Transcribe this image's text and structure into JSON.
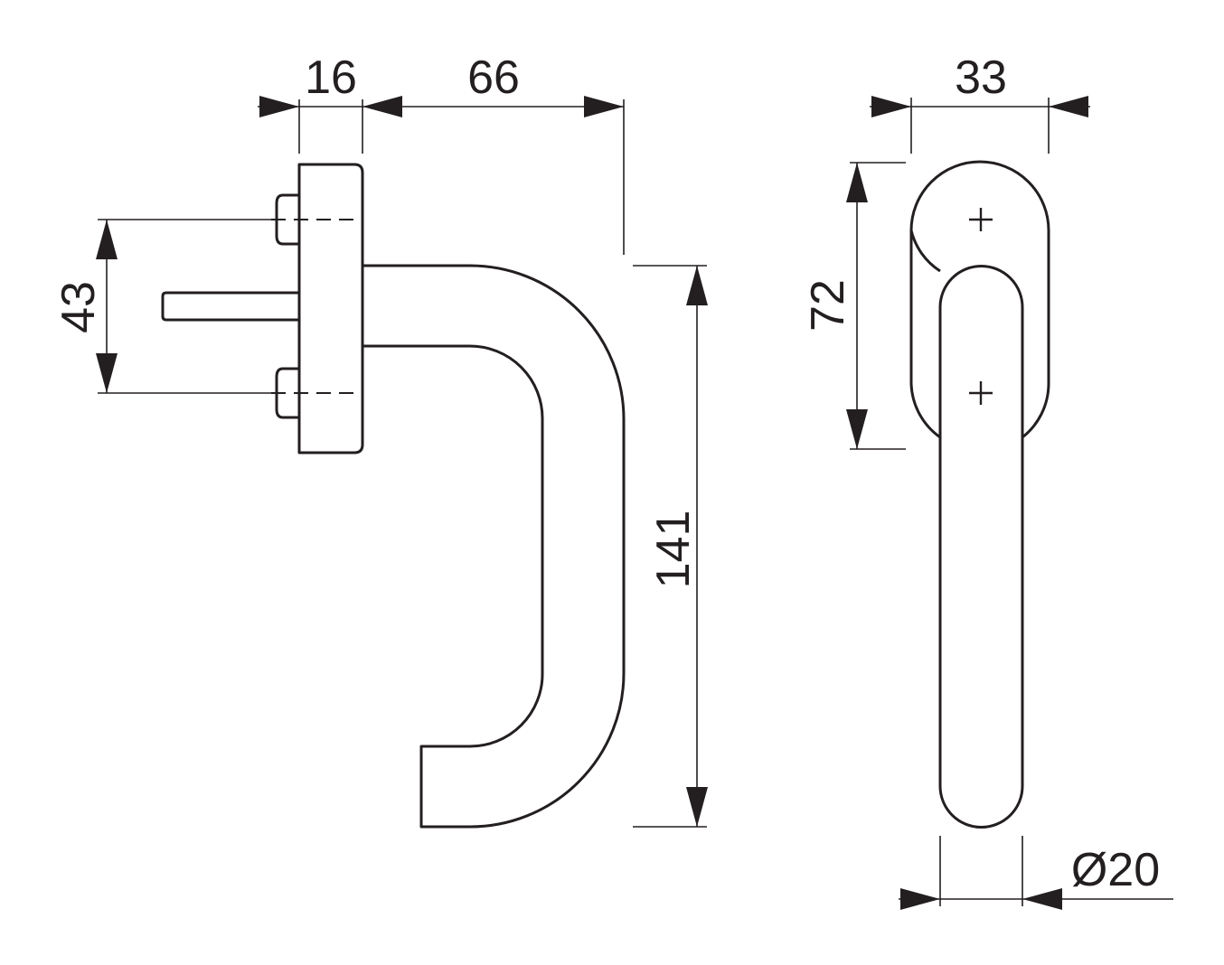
{
  "dimensions": {
    "rosette_thickness": "16",
    "handle_projection": "66",
    "screw_spacing": "43",
    "handle_length": "141",
    "rosette_width": "33",
    "rosette_height": "72",
    "grip_diameter": "Ø20"
  },
  "colors": {
    "line": "#231f20",
    "background": "#ffffff"
  }
}
